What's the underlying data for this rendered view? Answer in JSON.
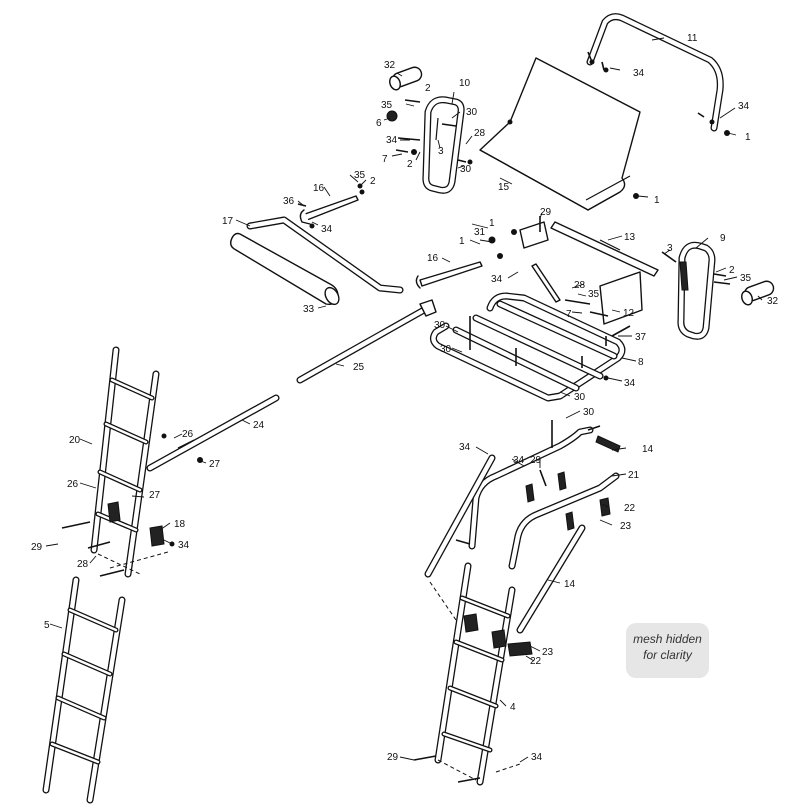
{
  "note": {
    "line1": "mesh hidden",
    "line2": "for clarity"
  },
  "callouts": {
    "c11": "11",
    "c34a": "34",
    "c34b": "34",
    "c1a": "1",
    "c32a": "32",
    "c10": "10",
    "c2a": "2",
    "c35a": "35",
    "c30a": "30",
    "c6": "6",
    "c3a": "3",
    "c34c": "34",
    "c28a": "28",
    "c7a": "7",
    "c2b": "2",
    "c30b": "30",
    "c15": "15",
    "c1b": "1",
    "c35b": "35",
    "c2c": "2",
    "c36": "36",
    "c16a": "16",
    "c34d": "34",
    "c17": "17",
    "c29a": "29",
    "c1c": "1",
    "c31": "31",
    "c13": "13",
    "c1d": "1",
    "c3b": "3",
    "c9": "9",
    "c16b": "16",
    "c2d": "2",
    "c35c": "35",
    "c32b": "32",
    "c34e": "34",
    "c28b": "28",
    "c35d": "35",
    "c33": "33",
    "c7b": "7",
    "c12": "12",
    "c37": "37",
    "c30c": "30",
    "c8": "8",
    "c34f": "34",
    "c25": "25",
    "c30d": "30",
    "c30e": "30",
    "c24": "24",
    "c20": "20",
    "c26a": "26",
    "c27a": "27",
    "c14a": "14",
    "c34g": "34",
    "c34h": "34",
    "c29b": "29",
    "c21": "21",
    "c26b": "26",
    "c27b": "27",
    "c22a": "22",
    "c18": "18",
    "c23a": "23",
    "c29c": "29",
    "c34i": "34",
    "c28c": "28",
    "c14b": "14",
    "c5": "5",
    "c23b": "23",
    "c22b": "22",
    "c4": "4",
    "c29d": "29",
    "c34j": "34"
  }
}
